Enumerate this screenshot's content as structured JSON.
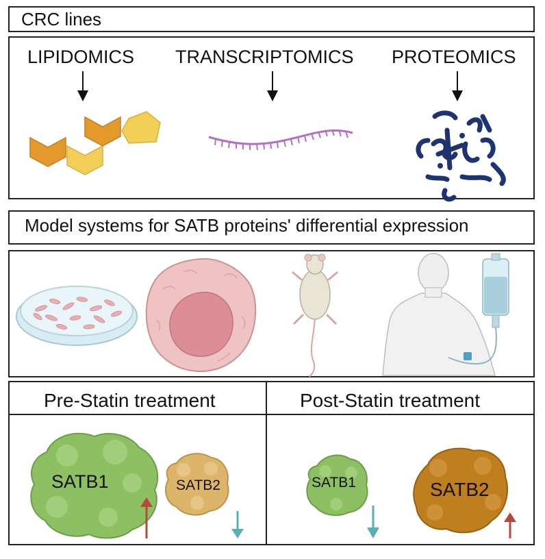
{
  "header": {
    "title": "CRC lines"
  },
  "omics": {
    "lipidomics": "LIPIDOMICS",
    "transcriptomics": "TRANSCRIPTOMICS",
    "proteomics": "PROTEOMICS"
  },
  "models": {
    "title": "Model systems for SATB proteins' differential expression"
  },
  "treatment": {
    "pre": {
      "title": "Pre-Statin treatment",
      "satb1": "SATB1",
      "satb2": "SATB2"
    },
    "post": {
      "title": "Post-Statin treatment",
      "satb1": "SATB1",
      "satb2": "SATB2"
    }
  },
  "colors": {
    "hex_orange": "#E39A2B",
    "hex_yellow": "#F3CF58",
    "rna": "#B36FC4",
    "protein": "#1E3470",
    "satb1": "#8DBF63",
    "satb2_pre": "#DDB56A",
    "satb2_post": "#C07F1E",
    "arrow_up": "#B44A3D",
    "arrow_down": "#5AAFB2"
  }
}
